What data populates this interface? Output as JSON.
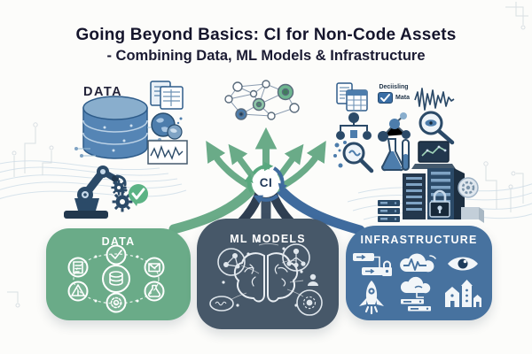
{
  "title": {
    "line1": "Going Beyond Basics: CI for Non-Code Assets",
    "line2": "- Combining Data, ML Models & Infrastructure"
  },
  "top_left_cluster": {
    "label": "DATA",
    "icons": [
      "database-icon",
      "documents-icon",
      "globe-icon",
      "waveform-chart-icon",
      "robot-arm-icon",
      "gear-icon",
      "gear-icon",
      "check-badge-icon"
    ]
  },
  "center": {
    "ci_label": "CI",
    "icons": [
      "network-graph-icon",
      "ci-cycle-arrows-icon",
      "green-arrow-fan",
      "merge-streams"
    ]
  },
  "right_cluster": {
    "decision_caption": {
      "line1": "Deciisling",
      "line2": "Mata"
    },
    "icons": [
      "files-icon",
      "decision-checkbox-icon",
      "signal-icon",
      "hierarchy-icon",
      "molecule-icon",
      "magnifier-eye-icon",
      "magnifier-specks-icon",
      "flasks-icon",
      "laptop-chart-icon",
      "server-rack-icon",
      "padlock-icon",
      "gear-badge-icon",
      "box-icon"
    ]
  },
  "panels": {
    "data": {
      "header": "DATA",
      "icons": [
        "database-hub-icon",
        "check-node-icon",
        "envelope-node-icon",
        "flask-node-icon",
        "gear-node-icon",
        "pyramid-chart-node-icon",
        "document-node-icon"
      ]
    },
    "ml_models": {
      "header": "ML MODELS",
      "icons": [
        "brain-icon",
        "molecule-node-icon",
        "tree-node-icon",
        "gear-node-icon",
        "code-badge-icon",
        "person-icon"
      ]
    },
    "infrastructure": {
      "header": "INFRASTRUCTURE",
      "icons": [
        "pipeline-lock-icon",
        "cloud-pulse-icon",
        "eye-icon",
        "rocket-icon",
        "cloud-server-icon",
        "buildings-icon"
      ]
    }
  },
  "colors": {
    "green": "#6aab88",
    "slate_panel": "#475869",
    "blue_panel": "#47729f",
    "navy_icon": "#2b4a68",
    "mid_blue": "#4d7dac",
    "stream_dark": "#2f3f52",
    "stream_blue": "#3f6b9e",
    "title_text": "#15152c"
  }
}
